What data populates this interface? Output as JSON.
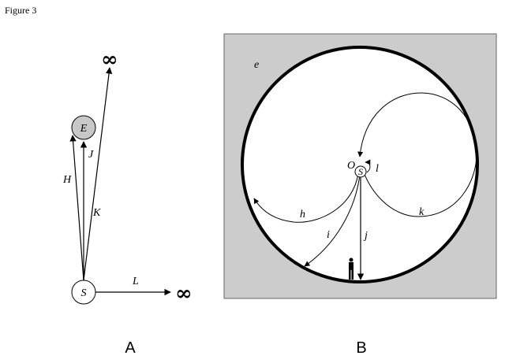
{
  "figure": {
    "title": "Figure 3"
  },
  "panelA": {
    "panel_label": "A",
    "labels": {
      "S": "S",
      "E": "E",
      "H": "H",
      "J": "J",
      "K": "K",
      "L": "L",
      "infinity_top": "∞",
      "infinity_right": "∞"
    }
  },
  "panelB": {
    "panel_label": "B",
    "labels": {
      "e": "e",
      "O": "O",
      "S": "S",
      "l": "l",
      "h": "h",
      "i": "i",
      "j": "j",
      "k": "k"
    },
    "colors": {
      "background": "#cccccc",
      "circle_fill": "#ffffff",
      "stroke": "#000000"
    }
  },
  "colors": {
    "earth_fill": "#c8c8c8"
  }
}
